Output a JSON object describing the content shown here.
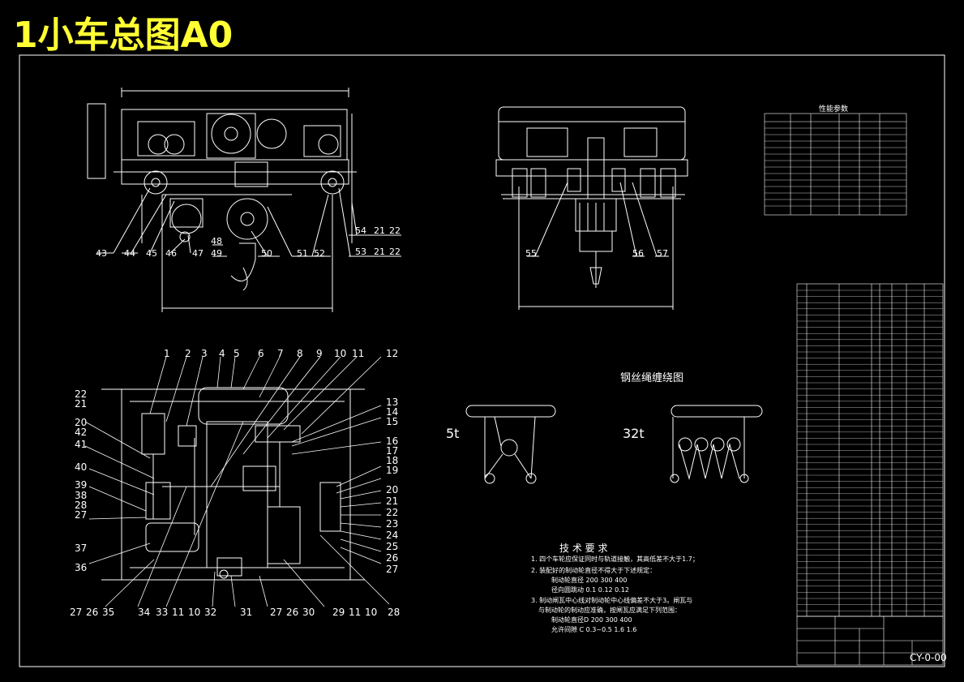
{
  "colors": {
    "background": "#000000",
    "line": "#ffffff",
    "title": "#ffff33",
    "frame": "#ffffff"
  },
  "title": "1小车总图A0",
  "side_view": {
    "labels": [
      "43",
      "44",
      "45",
      "46",
      "47",
      "48",
      "49",
      "50",
      "51",
      "52",
      "53",
      "21",
      "22",
      "54",
      "21",
      "22"
    ]
  },
  "front_view": {
    "labels": [
      "55",
      "56",
      "57"
    ]
  },
  "plan_view": {
    "top_labels": [
      "1",
      "2",
      "3",
      "4",
      "5",
      "6",
      "7",
      "8",
      "9",
      "10",
      "11",
      "12"
    ],
    "right_labels": [
      "13",
      "14",
      "15",
      "16",
      "17",
      "18",
      "19",
      "20",
      "21",
      "22",
      "23",
      "24",
      "25",
      "26",
      "27"
    ],
    "left_labels": [
      "22",
      "21",
      "20",
      "42",
      "41",
      "40",
      "39",
      "38",
      "28",
      "27",
      "37",
      "36"
    ],
    "bottom_labels": [
      "27",
      "26",
      "35",
      "34",
      "33",
      "11",
      "10",
      "32",
      "31",
      "27",
      "26",
      "30",
      "29",
      "11",
      "10",
      "28"
    ]
  },
  "rope_diagram": {
    "title": "钢丝绳缠绕图",
    "left_label": "5t",
    "right_label": "32t"
  },
  "tech_req": {
    "title": "技 术 要 求",
    "lines": [
      "1. 四个车轮应保证同时与轨道接触，其高低差不大于1.7；",
      "2. 装配好的制动轮直径不得大于下述规定：",
      "制动轮直径  200    300    400",
      "径向圆跳动  0.1    0.12   0.12",
      "3. 制动闸瓦中心线对制动轮中心线偏差不大于3。闸瓦与",
      "与制动轮的制动应准确，按闸瓦应满足下列范围：",
      "制动轮直径D 200    300    400",
      "允许间隙  C 0.3~0.5 1.6   1.6"
    ]
  },
  "perf_table": {
    "title": "性能参数"
  },
  "title_block": {
    "drawing_no": "CY-0-00"
  }
}
